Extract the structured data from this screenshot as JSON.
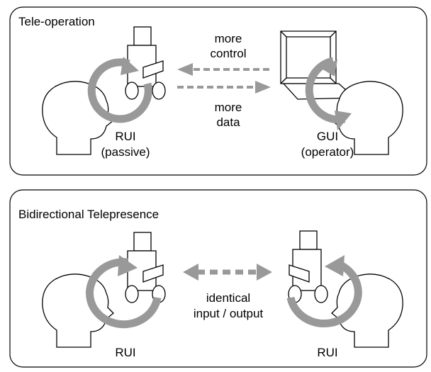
{
  "panels": {
    "top": {
      "title": "Tele-operation",
      "arrow_up_label_1": "more",
      "arrow_up_label_2": "control",
      "arrow_down_label_1": "more",
      "arrow_down_label_2": "data",
      "left_label_1": "RUI",
      "left_label_2": "(passive)",
      "right_label_1": "GUI",
      "right_label_2": "(operator)"
    },
    "bottom": {
      "title": "Bidirectional Telepresence",
      "center_label_1": "identical",
      "center_label_2": "input / output",
      "left_label": "RUI",
      "right_label": "RUI"
    }
  },
  "colors": {
    "arrow_gray": "#999999",
    "outline": "#000000",
    "background": "#ffffff"
  },
  "icons": [
    "head-icon",
    "robot-icon",
    "computer-icon",
    "cycle-arrow-icon",
    "dashed-arrow-icon"
  ]
}
